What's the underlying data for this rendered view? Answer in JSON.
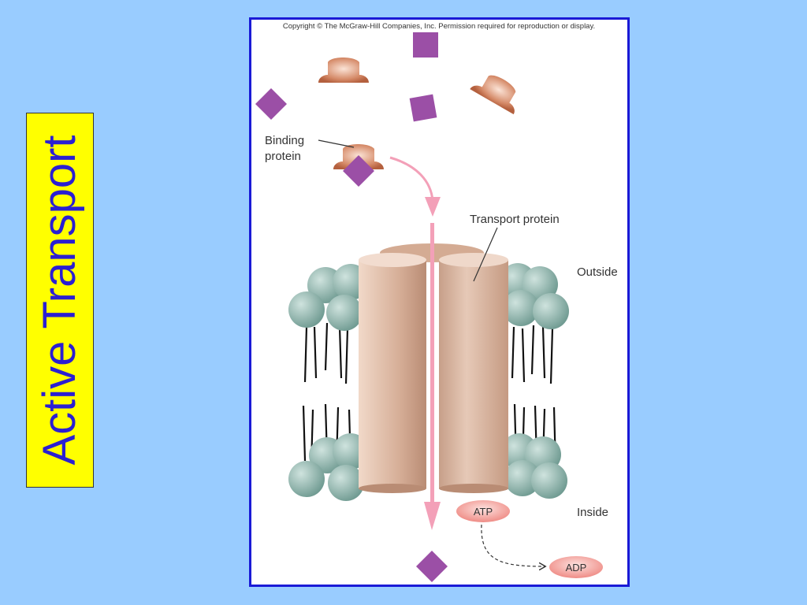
{
  "slide": {
    "title": "Active Transport"
  },
  "figure": {
    "copyright": "Copyright © The McGraw-Hill Companies, Inc. Permission required for reproduction or display.",
    "labels": {
      "binding_line1": "Binding",
      "binding_line2": "protein",
      "transport_protein": "Transport protein",
      "outside": "Outside",
      "inside": "Inside",
      "atp": "ATP",
      "adp": "ADP"
    }
  },
  "colors": {
    "background": "#99ccff",
    "title_box": "#ffff00",
    "title_text": "#2b1fd1",
    "frame_border": "#1a1ad6",
    "solute": "#9b4fa6",
    "binding_protein": "#c9785a",
    "transport_protein": "#d9b29c",
    "phospholipid_head": "#8fb5ad",
    "arrow": "#f3a0b8",
    "atp_fill": "#f28f8a"
  }
}
